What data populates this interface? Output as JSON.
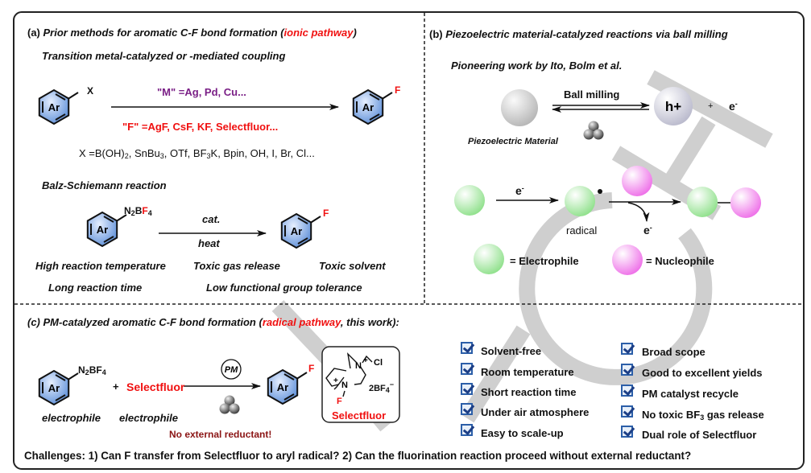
{
  "panel_a": {
    "label": "(a)",
    "title": "Prior methods for aromatic C-F bond formation (",
    "title_highlight": "ionic pathway",
    "title_end": ")",
    "subtitle1": "Transition metal-catalyzed or -mediated coupling",
    "aryl_label": "Ar",
    "x_label": "X",
    "f_label": "F",
    "metal_conditions": "\"M\" =Ag, Pd, Cu...",
    "fluoride_conditions": "\"F\" =AgF, CsF, KF, Selectfluor...",
    "x_list_1": "X =B(OH)",
    "x_list_sub": "2",
    "x_list_2": ", SnBu",
    "x_list_sub2": "3",
    "x_list_3": ", OTf, BF",
    "x_list_sub3": "3",
    "x_list_4": "K, Bpin, OH, I, Br, Cl...",
    "subtitle2": "Balz-Schiemann reaction",
    "diazonium_n": "N",
    "diazonium_2": "2",
    "diazonium_b": "B",
    "diazonium_f": "F",
    "diazonium_4": "4",
    "cat_label": "cat.",
    "heat_label": "heat",
    "drawbacks": [
      "High reaction temperature",
      "Toxic gas release",
      "Toxic solvent",
      "Long reaction time",
      "Low functional group tolerance"
    ]
  },
  "panel_b": {
    "label": "(b)",
    "title": "Piezoelectric material-catalyzed reactions via ball milling",
    "subtitle": "Pioneering work by Ito, Bolm et al.",
    "ball_milling": "Ball milling",
    "hole": "h+",
    "plus": "+",
    "electron": "e",
    "electron_sup": "-",
    "piezo_material": "Piezoelectric Material",
    "radical": "radical",
    "electrophile_legend": "= Electrophile",
    "nucleophile_legend": "= Nucleophile",
    "colors": {
      "electrophile": "#9ee89a",
      "nucleophile": "#f57ef0",
      "piezo": "#c8c8c8"
    }
  },
  "panel_c": {
    "label": "(c)",
    "title": "PM-catalyzed aromatic C-F bond formation (",
    "title_highlight": "radical pathway",
    "title_end": ", this work):",
    "aryl_label": "Ar",
    "diazonium": "N",
    "diazonium_2": "2",
    "diazonium_bf": "BF",
    "diazonium_4": "4",
    "plus": "+",
    "reagent": "Selectfluor",
    "catalyst": "PM",
    "f_label": "F",
    "electrophile_1": "electrophile",
    "electrophile_2": "electrophile",
    "note": "No external reductant!",
    "selectfluor_box": {
      "name": "Selectfluor",
      "cl": "Cl",
      "n": "N",
      "plus": "+",
      "f": "F",
      "counterion": "2BF",
      "counterion_sub": "4",
      "counterion_sup": "−"
    },
    "advantages_left": [
      "Solvent-free",
      "Room temperature",
      "Short reaction time",
      "Under air atmosphere",
      "Easy to scale-up"
    ],
    "advantages_right": [
      "Broad scope",
      "Good to excellent yields",
      "PM catalyst recycle",
      "No toxic BF",
      "Dual role of Selectfluor"
    ],
    "bf3_sub": "3",
    "bf3_rest": " gas release",
    "challenges": "Challenges: 1) Can F transfer from Selectfluor to aryl radical? 2) Can the fluorination reaction proceed without external reductant?"
  },
  "watermark": "VCH",
  "colors": {
    "highlight": "#f01010",
    "metal": "#7a1f86",
    "note": "#8b1414",
    "aryl_fill": "#6f9fe0"
  }
}
